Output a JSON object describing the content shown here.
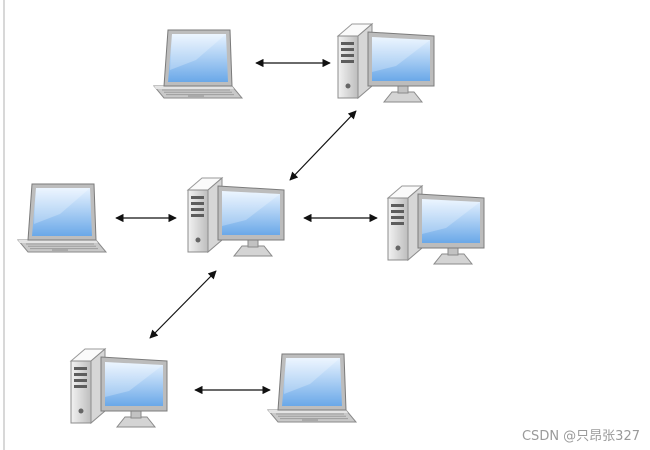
{
  "header": {
    "top_text": ""
  },
  "diagram": {
    "nodes": [
      {
        "id": "laptop-1",
        "type": "laptop"
      },
      {
        "id": "desktop-1",
        "type": "desktop"
      },
      {
        "id": "laptop-2",
        "type": "laptop"
      },
      {
        "id": "desktop-center",
        "type": "desktop"
      },
      {
        "id": "desktop-2",
        "type": "desktop"
      },
      {
        "id": "desktop-3",
        "type": "desktop"
      },
      {
        "id": "laptop-3",
        "type": "laptop"
      }
    ],
    "edges": [
      {
        "from": "laptop-1",
        "to": "desktop-1",
        "arrows": "both"
      },
      {
        "from": "desktop-center",
        "to": "desktop-1",
        "arrows": "both"
      },
      {
        "from": "laptop-2",
        "to": "desktop-center",
        "arrows": "both"
      },
      {
        "from": "desktop-center",
        "to": "desktop-2",
        "arrows": "both"
      },
      {
        "from": "desktop-center",
        "to": "desktop-3",
        "arrows": "both"
      },
      {
        "from": "desktop-3",
        "to": "laptop-3",
        "arrows": "both"
      }
    ]
  },
  "watermark": {
    "text": "CSDN @只昂张327"
  },
  "colors": {
    "screen_top": "#e6f2ff",
    "screen_bottom": "#6aa8e8",
    "case_light": "#f2f2f2",
    "case_dark": "#bdbdbd",
    "arrow": "#111111"
  }
}
